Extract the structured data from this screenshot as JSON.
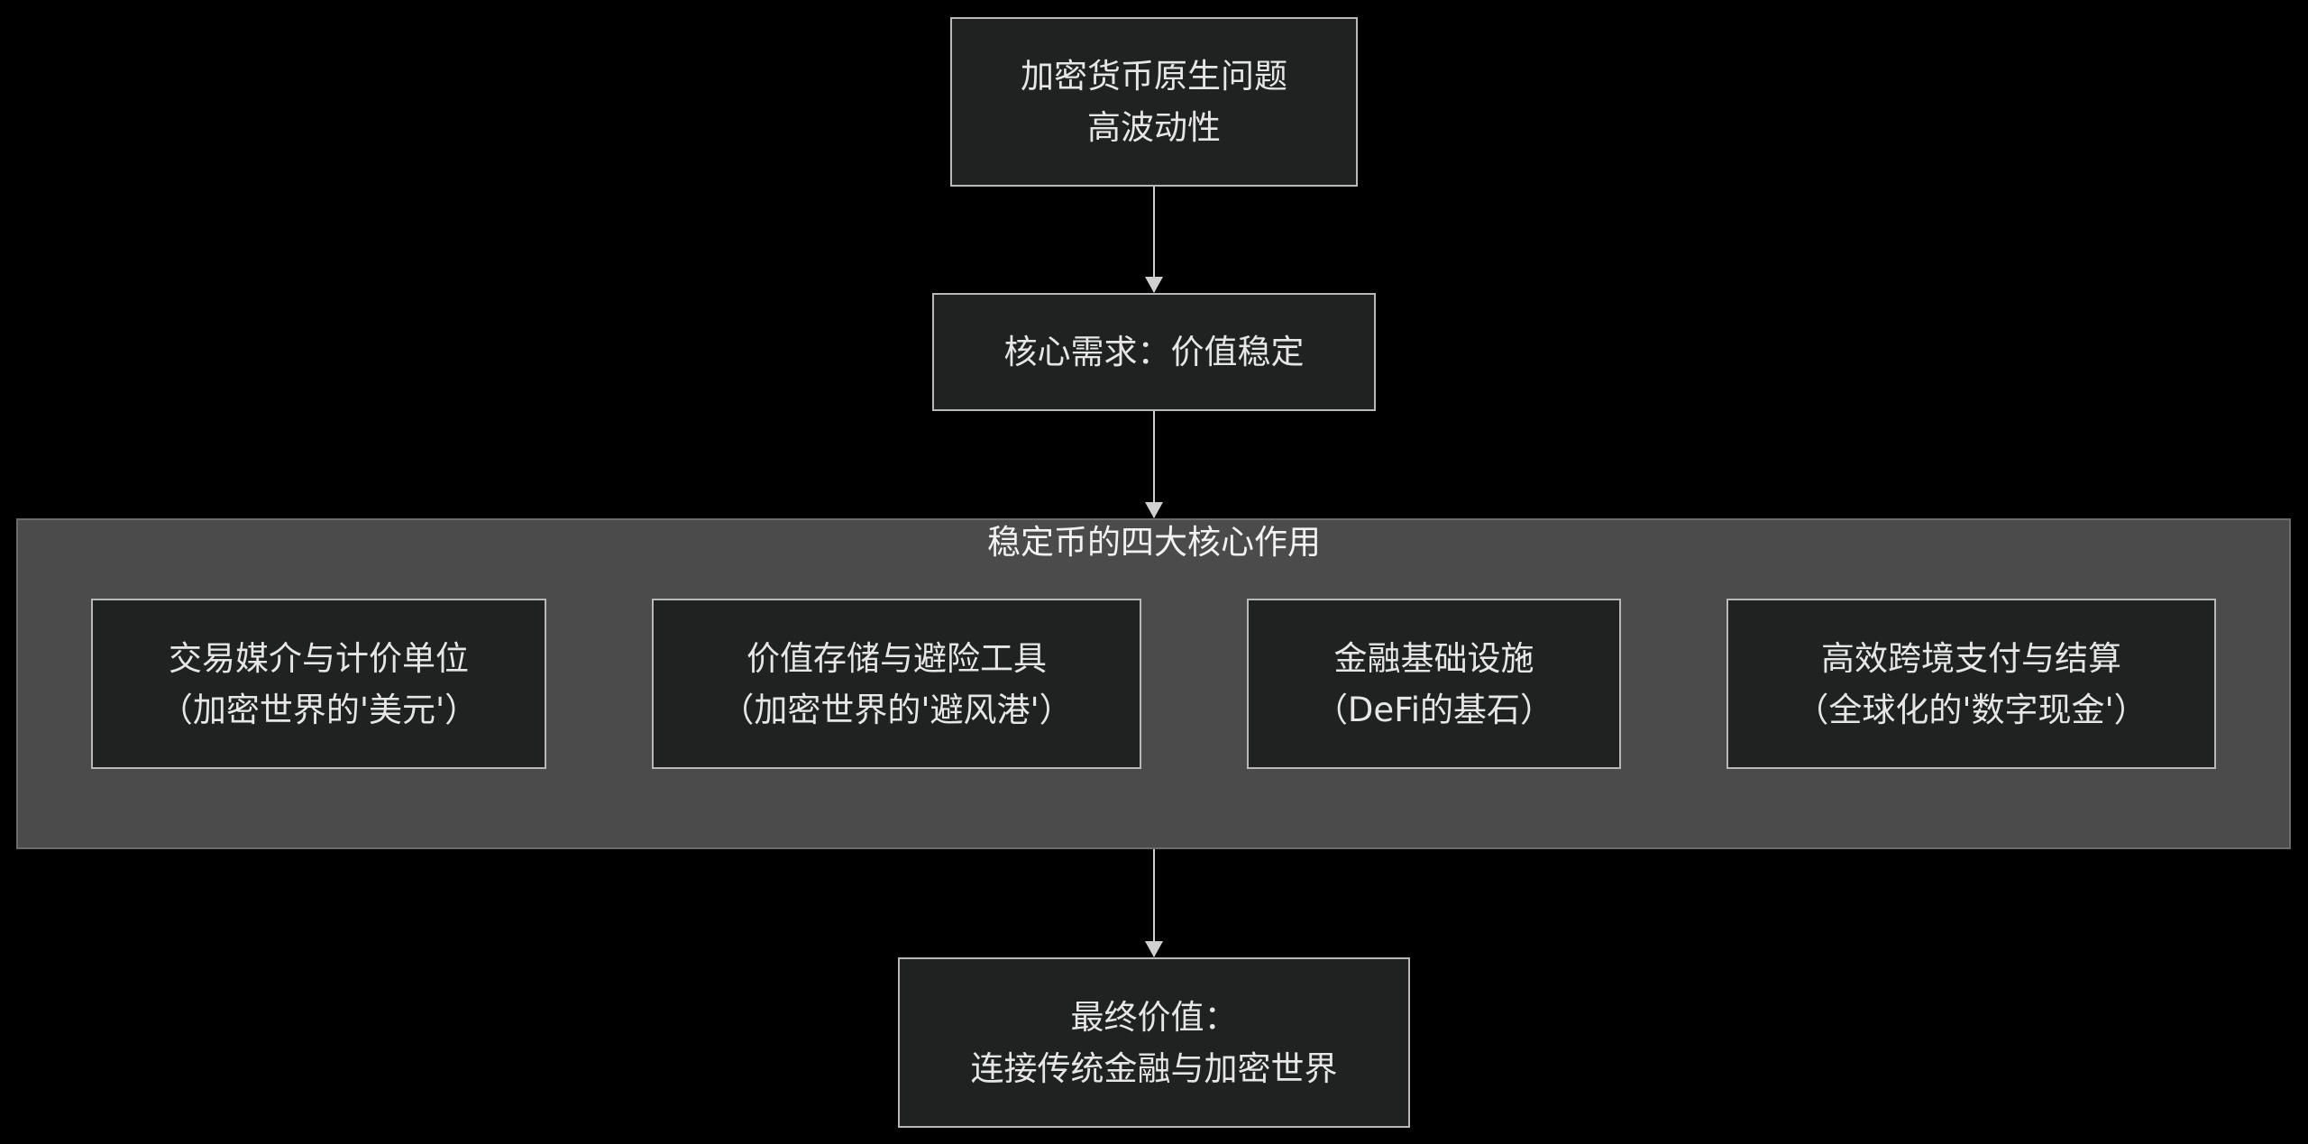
{
  "nodes": {
    "problem": {
      "line1": "加密货币原生问题",
      "line2": "高波动性"
    },
    "demand": {
      "line1": "核心需求：价值稳定"
    },
    "group": {
      "title": "稳定币的四大核心作用",
      "items": [
        {
          "line1": "交易媒介与计价单位",
          "line2": "（加密世界的'美元'）"
        },
        {
          "line1": "价值存储与避险工具",
          "line2": "（加密世界的'避风港'）"
        },
        {
          "line1": "金融基础设施",
          "line2": "（DeFi的基石）"
        },
        {
          "line1": "高效跨境支付与结算",
          "line2": "（全球化的'数字现金'）"
        }
      ]
    },
    "final": {
      "line1": "最终价值：",
      "line2": "连接传统金融与加密世界"
    }
  },
  "colors": {
    "background": "#000000",
    "node_fill": "#202222",
    "node_border": "#b8b8b8",
    "group_fill": "#4a4b4a",
    "edge": "#d0d0d0",
    "text": "#e6e6e6"
  }
}
